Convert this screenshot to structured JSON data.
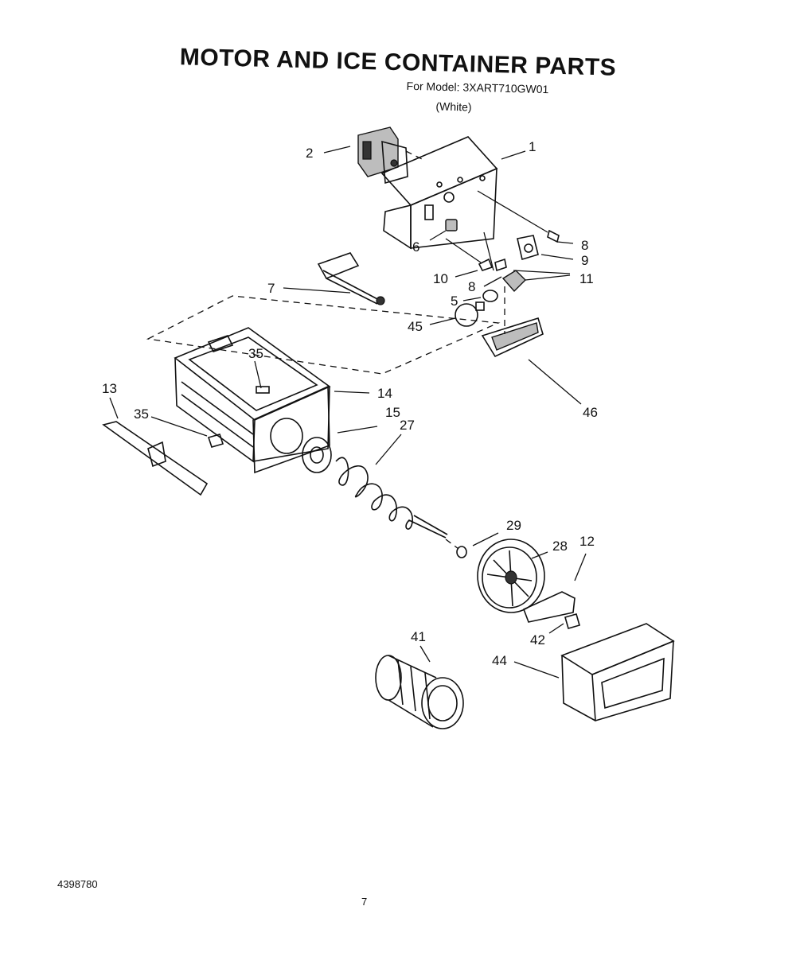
{
  "header": {
    "title": "MOTOR AND ICE CONTAINER PARTS",
    "model_line": "For Model: 3XART710GW01",
    "variant": "(White)"
  },
  "callouts": [
    {
      "id": "c1",
      "text": "1"
    },
    {
      "id": "c2",
      "text": "2"
    },
    {
      "id": "c8a",
      "text": "8"
    },
    {
      "id": "c9",
      "text": "9"
    },
    {
      "id": "c6",
      "text": "6"
    },
    {
      "id": "c10",
      "text": "10"
    },
    {
      "id": "c8b",
      "text": "8"
    },
    {
      "id": "c11",
      "text": "11"
    },
    {
      "id": "c7",
      "text": "7"
    },
    {
      "id": "c5",
      "text": "5"
    },
    {
      "id": "c45",
      "text": "45"
    },
    {
      "id": "c35a",
      "text": "35"
    },
    {
      "id": "c13",
      "text": "13"
    },
    {
      "id": "c14",
      "text": "14"
    },
    {
      "id": "c35b",
      "text": "35"
    },
    {
      "id": "c15",
      "text": "15"
    },
    {
      "id": "c27",
      "text": "27"
    },
    {
      "id": "c46",
      "text": "46"
    },
    {
      "id": "c29",
      "text": "29"
    },
    {
      "id": "c28",
      "text": "28"
    },
    {
      "id": "c12",
      "text": "12"
    },
    {
      "id": "c42",
      "text": "42"
    },
    {
      "id": "c41",
      "text": "41"
    },
    {
      "id": "c44",
      "text": "44"
    }
  ],
  "footer": {
    "doc_number": "4398780",
    "page_number": "7"
  }
}
